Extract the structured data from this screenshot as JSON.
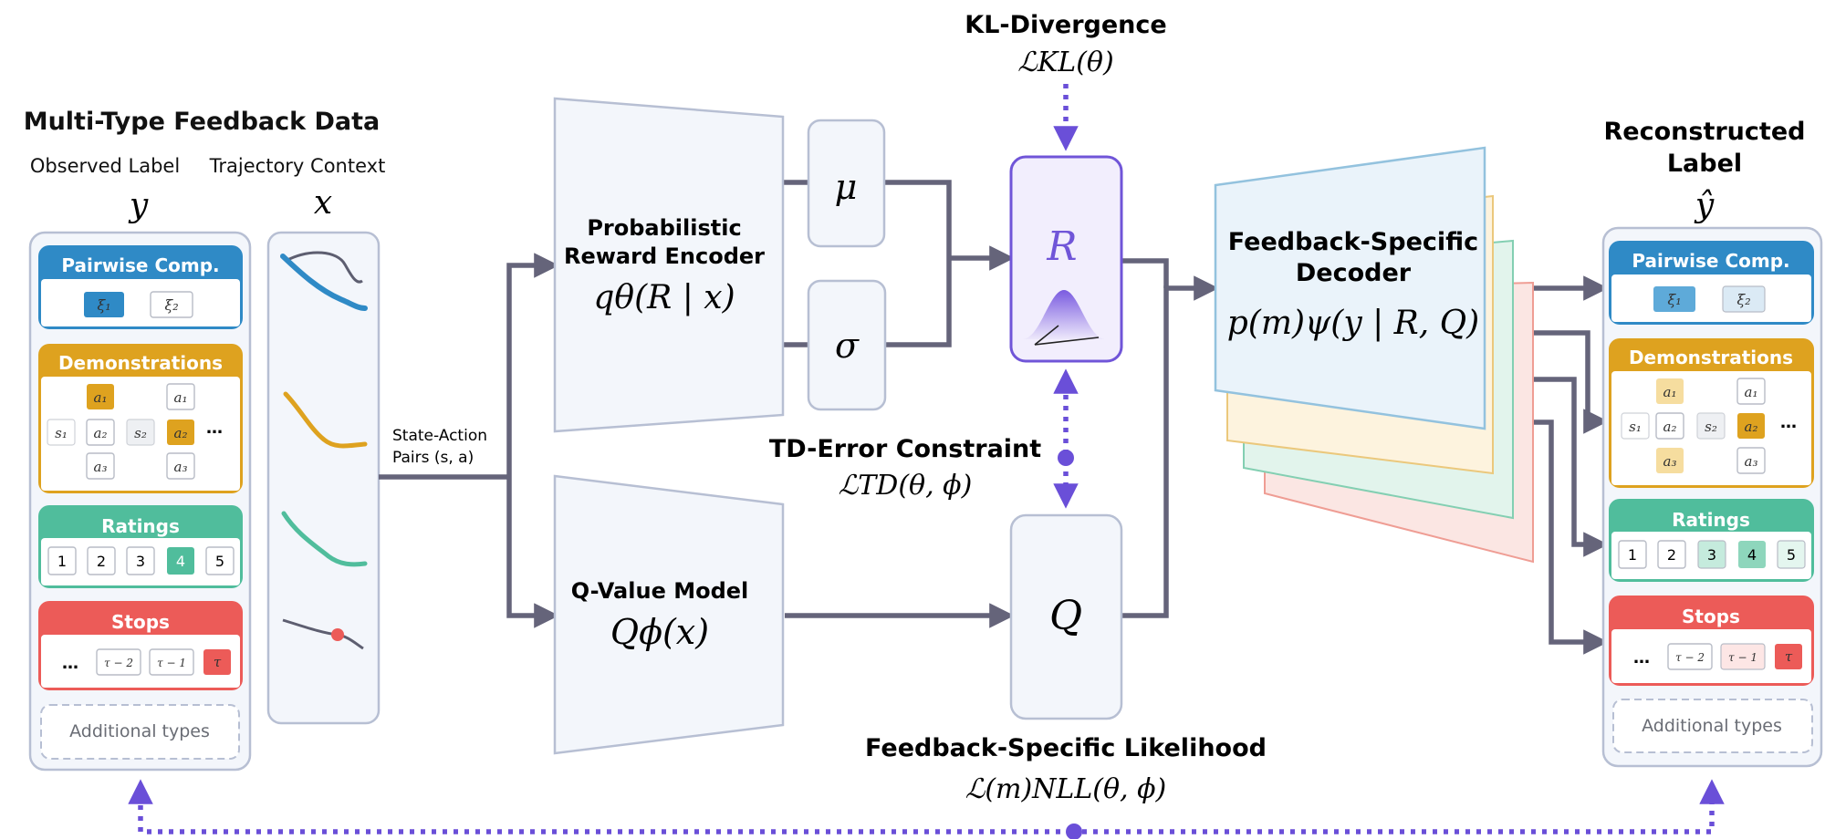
{
  "left_panel": {
    "title": "Multi-Type Feedback Data",
    "observed_label": "Observed Label",
    "observed_symbol": "y",
    "trajectory_label": "Trajectory Context",
    "trajectory_symbol": "x",
    "pairs_label": "State-Action",
    "pairs_label_2": "Pairs (s, a)"
  },
  "feedback_types": {
    "pairwise": "Pairwise Comp.",
    "demonstrations": "Demonstrations",
    "ratings": "Ratings",
    "stops": "Stops",
    "additional": "Additional types"
  },
  "tokens": {
    "xi1": "ξ₁",
    "xi2": "ξ₂",
    "a1": "a₁",
    "a2": "a₂",
    "a3": "a₃",
    "s1": "s₁",
    "s2": "s₂",
    "ellipsis": "…",
    "tau_minus_2": "τ − 2",
    "tau_minus_1": "τ − 1",
    "tau": "τ",
    "rating_values": [
      "1",
      "2",
      "3",
      "4",
      "5"
    ]
  },
  "encoder": {
    "title_line1": "Probabilistic",
    "title_line2": "Reward Encoder",
    "formula": "qθ(R | x)",
    "mu": "μ",
    "sigma": "σ"
  },
  "qmodel": {
    "title": "Q-Value Model",
    "formula": "Qϕ(x)",
    "q_symbol": "Q"
  },
  "reward_node": {
    "symbol": "R"
  },
  "kl": {
    "title": "KL-Divergence",
    "formula": "ℒKL(θ)"
  },
  "td": {
    "title": "TD-Error Constraint",
    "formula": "ℒTD(θ, ϕ)"
  },
  "nll": {
    "title": "Feedback-Specific Likelihood",
    "formula": "ℒ(m)NLL(θ, ϕ)"
  },
  "decoder": {
    "title_line1": "Feedback-Specific",
    "title_line2": "Decoder",
    "formula": "p(m)ψ(y | R, Q)"
  },
  "right_panel": {
    "title_line1": "Reconstructed",
    "title_line2": "Label",
    "symbol": "ŷ"
  },
  "colors": {
    "pairwise": "#2f8ac6",
    "demonstrations": "#dea21f",
    "ratings": "#50bd9c",
    "stops": "#ec5b58",
    "flow": "#65647a",
    "loss_dotted": "#6a4fd8",
    "reward_node": "#7055d8",
    "panel_border": "#b7bfd3"
  }
}
